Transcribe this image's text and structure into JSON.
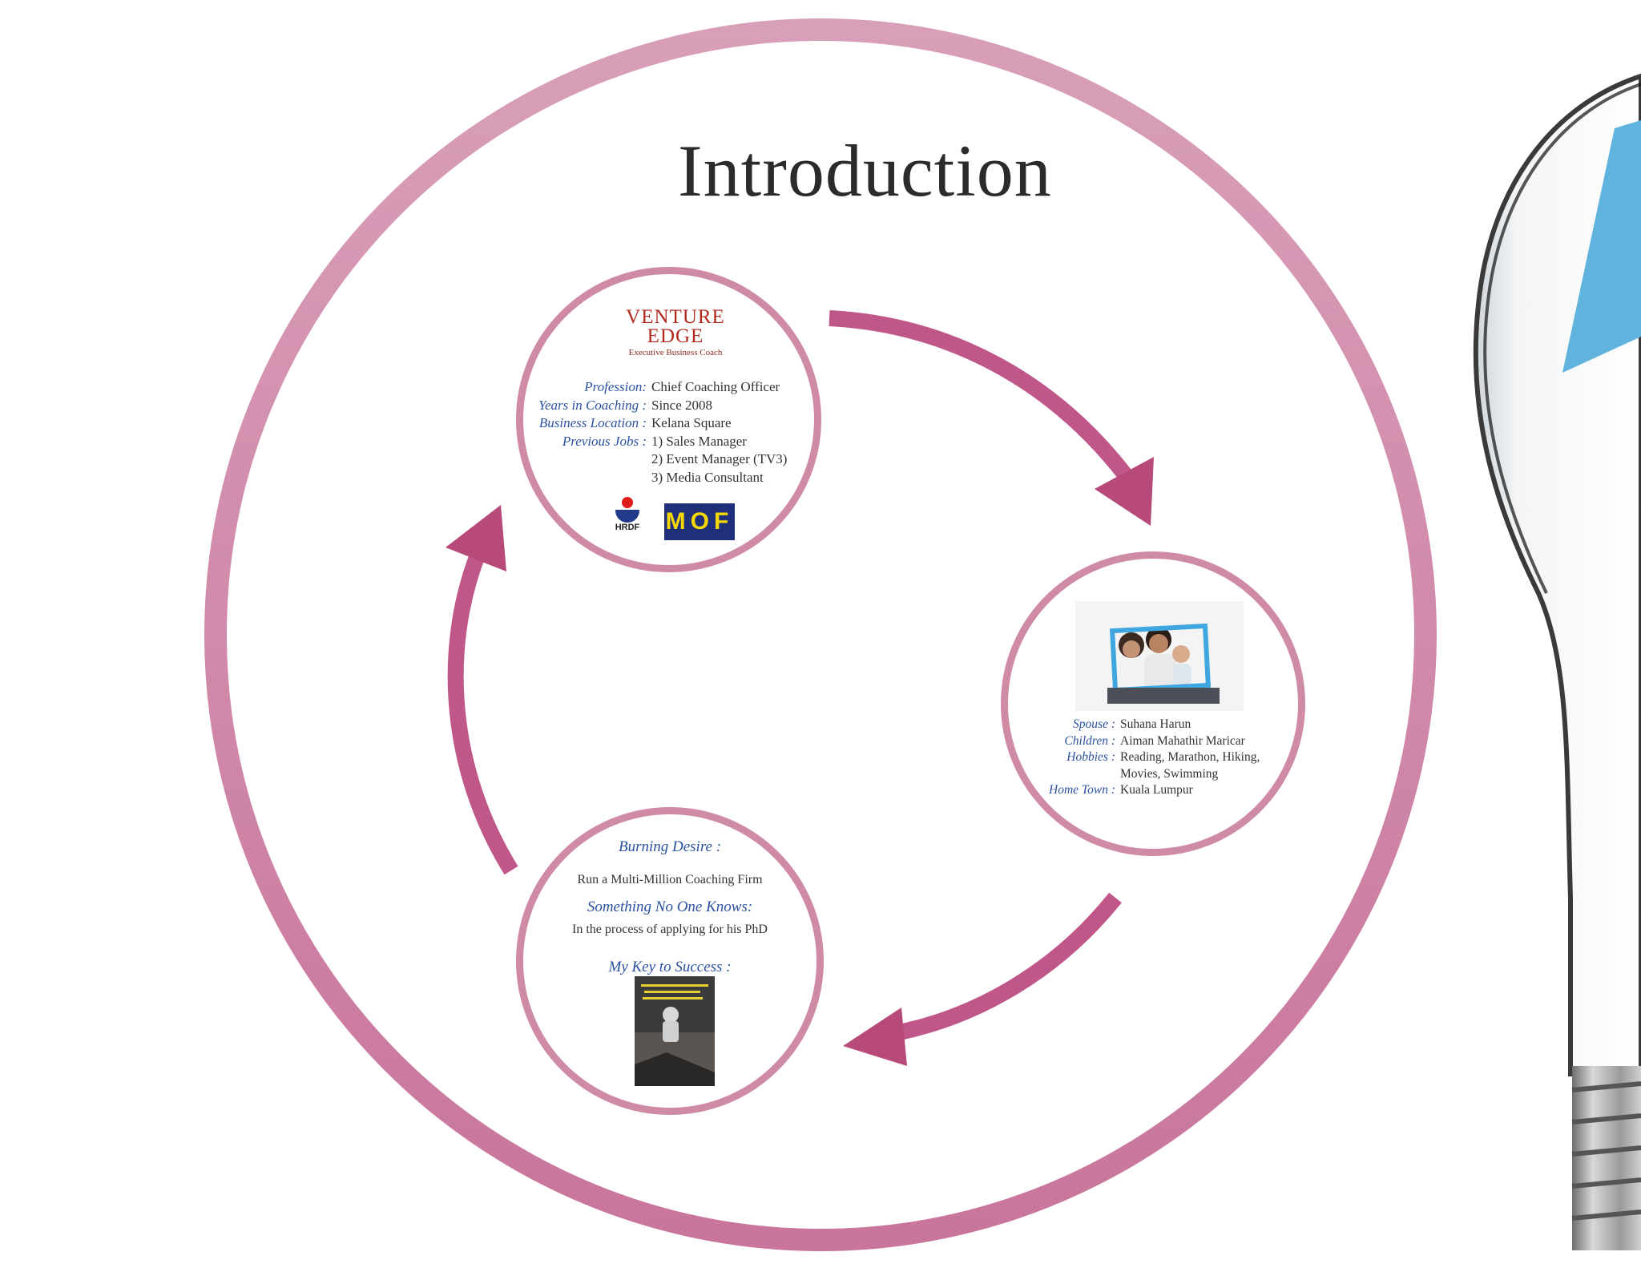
{
  "title": "Introduction",
  "career": {
    "logo_main": "VENTURE EDGE",
    "logo_sub": "Executive Business Coach",
    "rows": [
      {
        "label": "Profession:",
        "value": "Chief Coaching Officer"
      },
      {
        "label": "Years in Coaching :",
        "value": "Since 2008"
      },
      {
        "label": "Business Location :",
        "value": "Kelana Square"
      },
      {
        "label": "Previous Jobs :",
        "value": "1) Sales Manager"
      },
      {
        "label": "",
        "value": "2) Event Manager (TV3)"
      },
      {
        "label": "",
        "value": "3) Media Consultant"
      }
    ],
    "badge1": "HRDF",
    "badge2": "MOF"
  },
  "family": {
    "rows": [
      {
        "label": "Spouse :",
        "value": "Suhana Harun"
      },
      {
        "label": "Children :",
        "value": "Aiman Mahathir Maricar"
      },
      {
        "label": "Hobbies :",
        "value": "Reading, Marathon, Hiking,"
      },
      {
        "label": "",
        "value": "Movies, Swimming"
      },
      {
        "label": "Home Town :",
        "value": "Kuala Lumpur"
      }
    ]
  },
  "aspirations": {
    "desire_label": "Burning Desire :",
    "desire_value": "Run a Multi-Million Coaching Firm",
    "secret_label": "Something No One Knows:",
    "secret_value": "In the process of applying for his PhD",
    "key_label": "My Key to Success :"
  },
  "colors": {
    "ring": "#cf86a4",
    "arrow": "#b84a7a",
    "label": "#2b51a0",
    "bulb_blue": "#5fb3dc"
  }
}
